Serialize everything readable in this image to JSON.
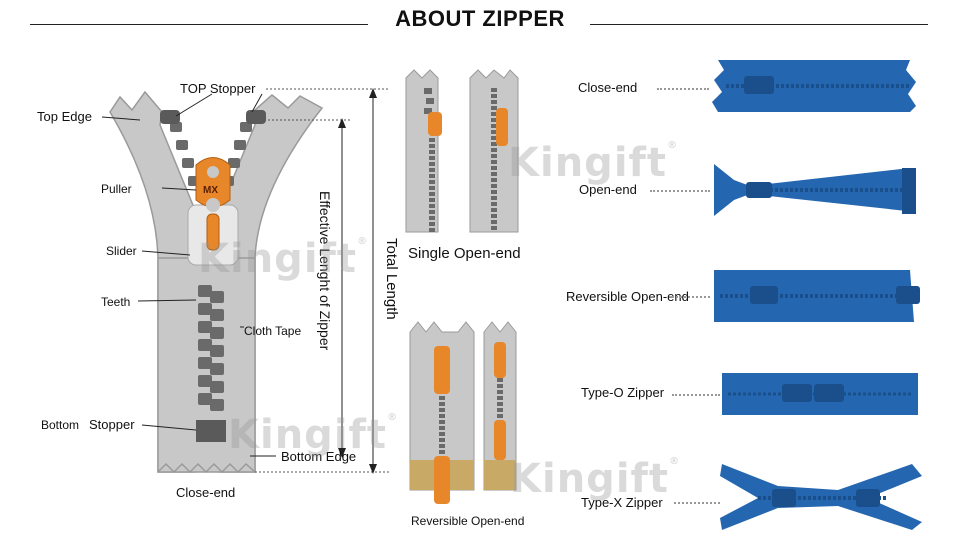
{
  "title": "ABOUT ZIPPER",
  "colors": {
    "tape_gray": "#c8c8c8",
    "tape_edge": "#9a9a9a",
    "teeth": "#666666",
    "slider_orange": "#e8862a",
    "zipper_blue": "#2566b0",
    "zipper_blue_dark": "#1b4f8c"
  },
  "watermark": "Kingift",
  "anatomy": {
    "top_edge": "Top Edge",
    "top_stopper": "TOP Stopper",
    "puller": "Puller",
    "puller_mark": "MX",
    "slider": "Slider",
    "teeth": "Teeth",
    "cloth_tape": "Cloth Tape",
    "bottom_stopper_a": "Bottom",
    "bottom_stopper_b": "Stopper",
    "bottom_edge": "Bottom Edge",
    "close_end": "Close-end",
    "effective_length": "Effective Lenght of Zipper",
    "total_length": "Total Length"
  },
  "middle": {
    "single_open_end": "Single Open-end",
    "reversible_open_end": "Reversible Open-end"
  },
  "types": [
    {
      "label": "Close-end",
      "icon": "close-end-zipper-photo"
    },
    {
      "label": "Open-end",
      "icon": "open-end-zipper-photo"
    },
    {
      "label": "Reversible Open-end",
      "icon": "reversible-open-end-zipper-photo"
    },
    {
      "label": "Type-O Zipper",
      "icon": "type-o-zipper-photo"
    },
    {
      "label": "Type-X Zipper",
      "icon": "type-x-zipper-photo"
    }
  ]
}
